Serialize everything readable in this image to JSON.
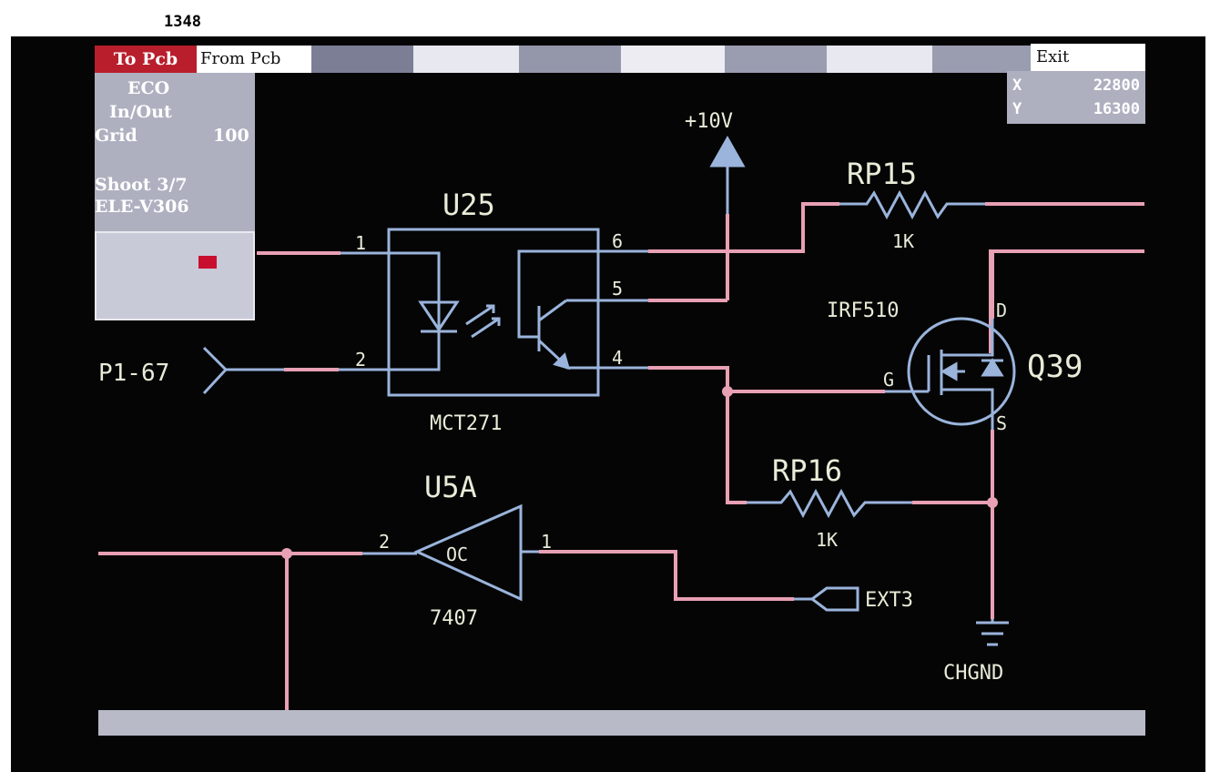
{
  "page_counter": "1348",
  "menu": {
    "to_pcb": "To Pcb",
    "from_pcb": "From Pcb",
    "exit": "Exit"
  },
  "side_menu": {
    "eco": "ECO",
    "in_out": "In/Out",
    "grid_label": "Grid",
    "grid_value": "100",
    "shoot": "Shoot  3/7",
    "sheet_name": "ELE-V306"
  },
  "coords": {
    "x_label": "X",
    "x_value": "22800",
    "y_label": "Y",
    "y_value": "16300"
  },
  "schematic": {
    "power_label": "+10V",
    "u25": {
      "ref": "U25",
      "part": "MCT271",
      "pins": [
        "1",
        "2",
        "6",
        "5",
        "4"
      ]
    },
    "rp15": {
      "ref": "RP15",
      "value": "1K"
    },
    "rp16": {
      "ref": "RP16",
      "value": "1K"
    },
    "q39": {
      "ref": "Q39",
      "part": "IRF510",
      "pin_d": "D",
      "pin_g": "G",
      "pin_s": "S"
    },
    "u5a": {
      "ref": "U5A",
      "part": "7407",
      "gate_label": "OC",
      "pin_in": "2",
      "pin_out": "1"
    },
    "connector_p1": "P1-67",
    "connector_ext3": "EXT3",
    "ground_label": "CHGND"
  },
  "colors": {
    "screen_bg": "#050505",
    "wire_pink": "#e8a0b4",
    "component_blue": "#9ab4dc",
    "label_text": "#e8ecd8",
    "menu_active": "#b81e2c",
    "panel_gray": "#aeb0c0"
  }
}
